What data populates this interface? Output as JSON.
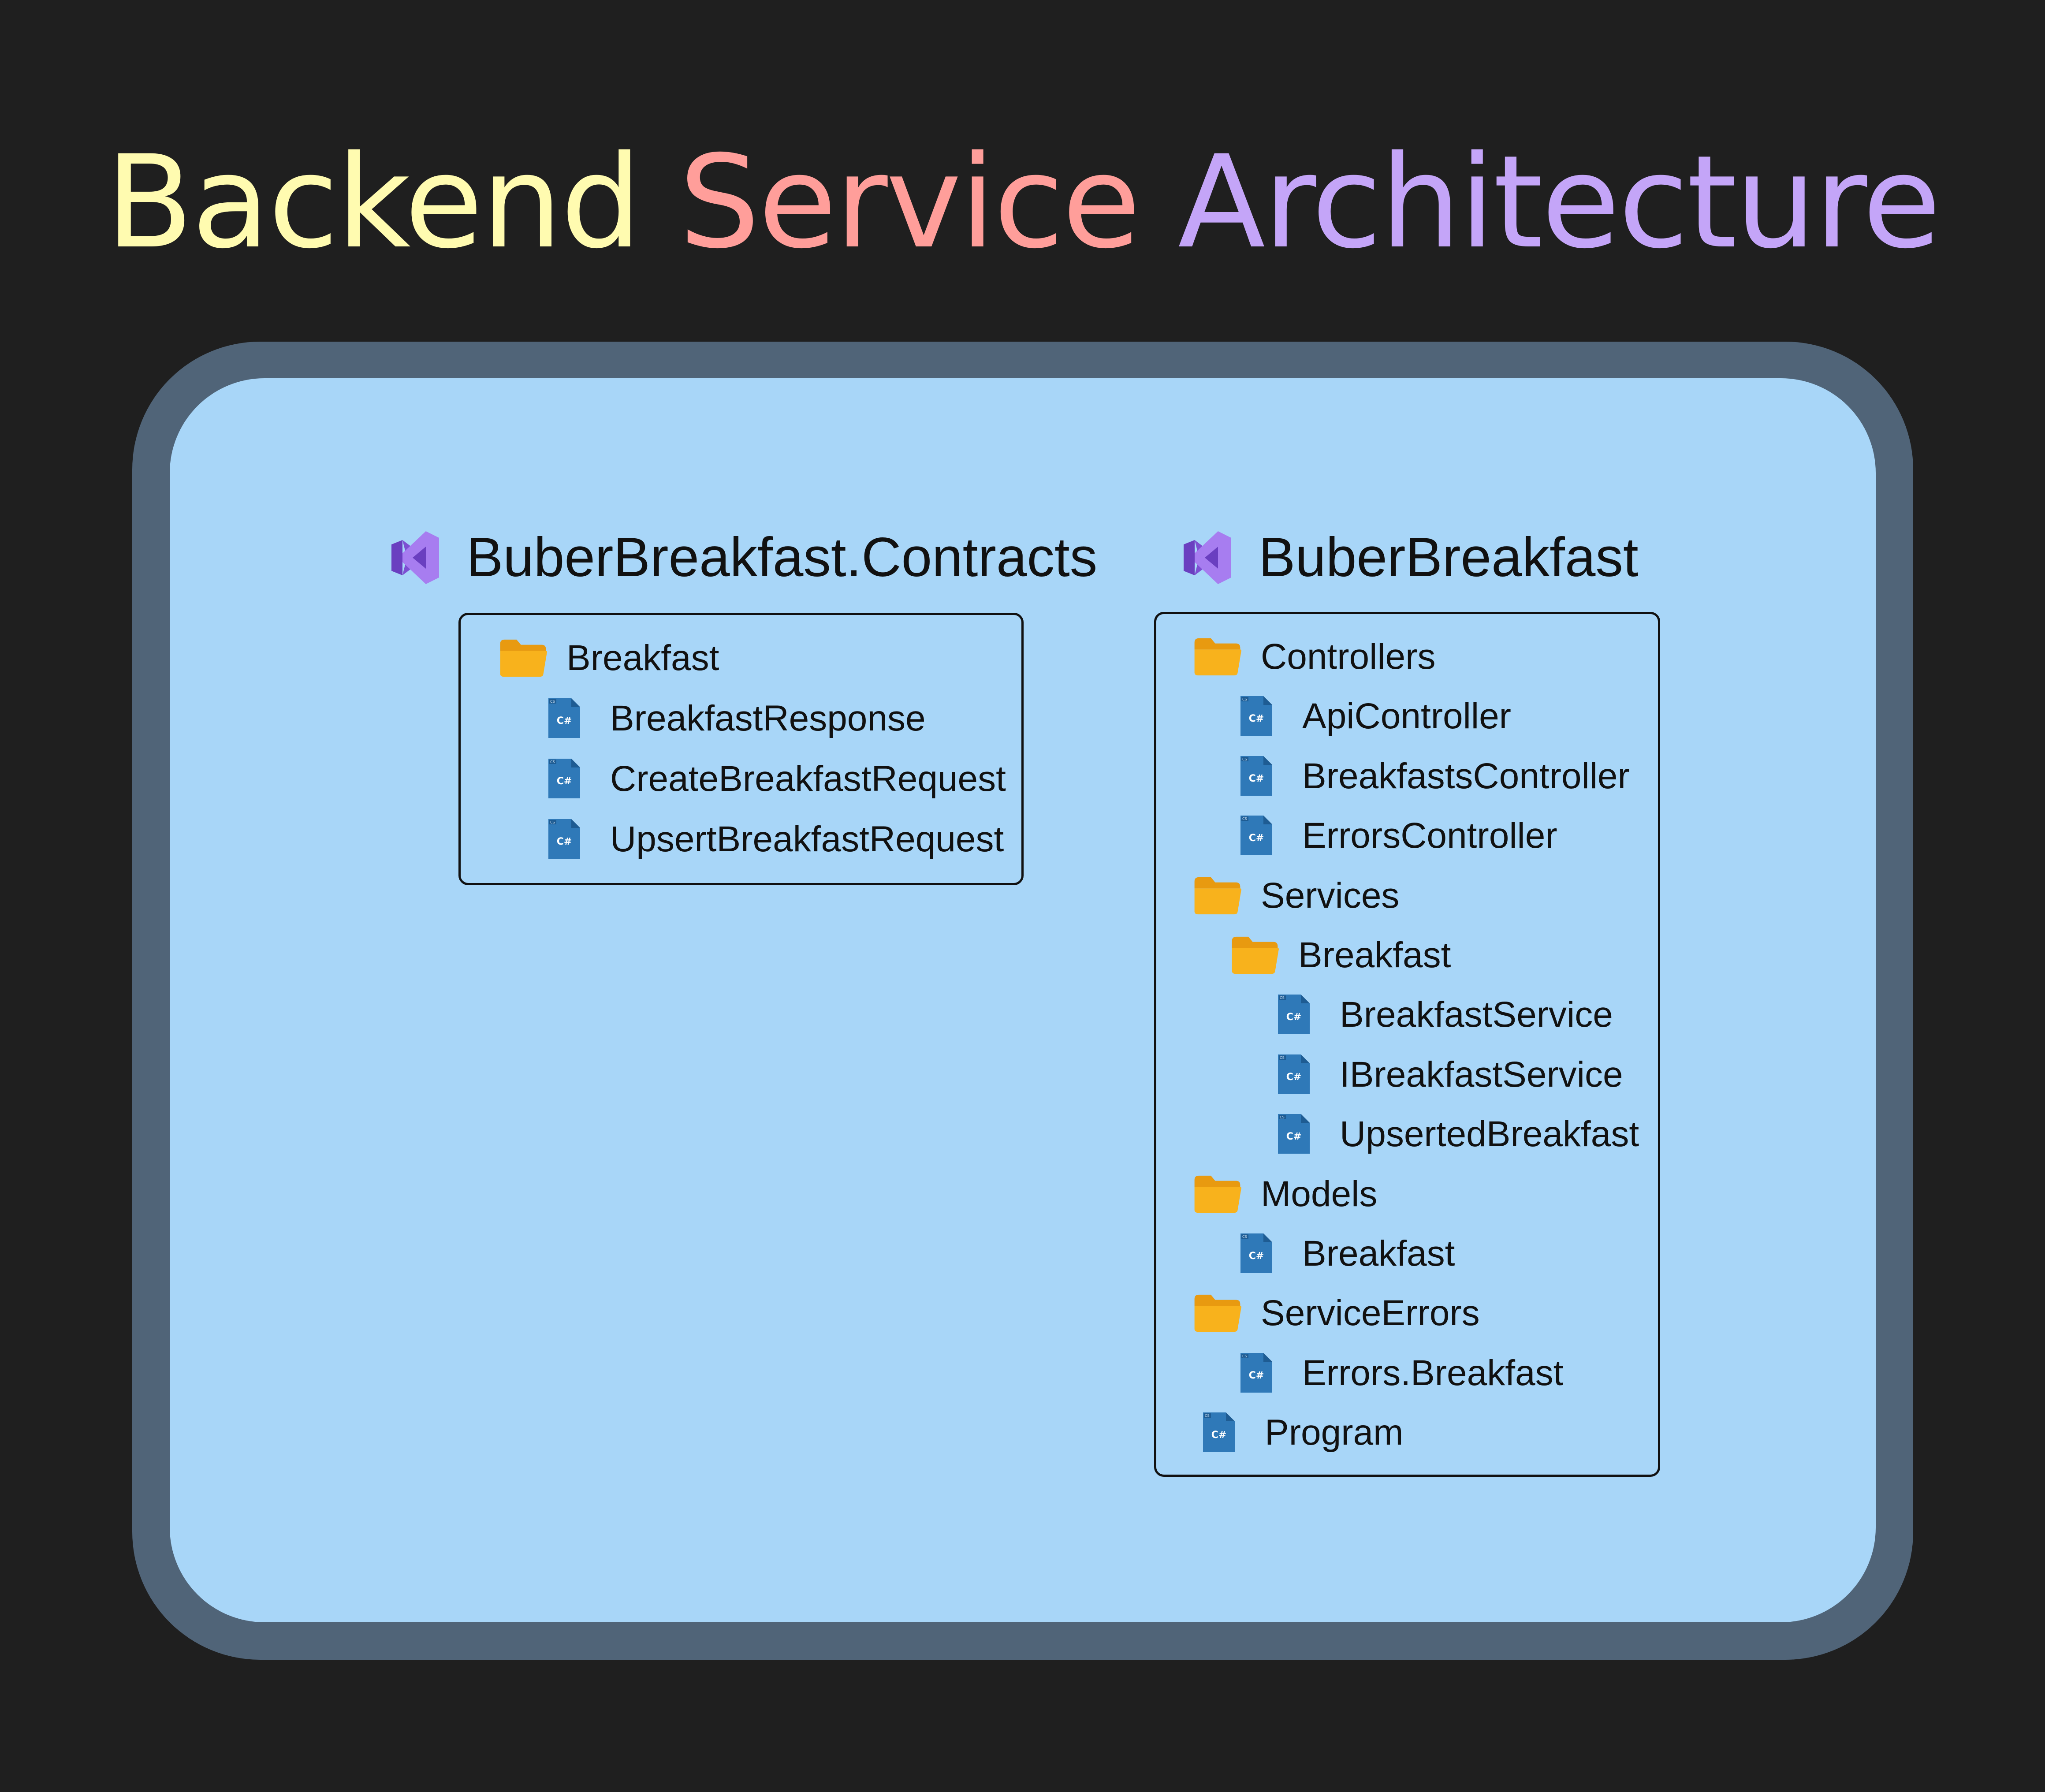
{
  "title": {
    "word1": "Backend",
    "word2": "Service",
    "word3": "Architecture",
    "color1": "#fffbb0",
    "color2": "#ff9e9a",
    "color3": "#c4a5f8"
  },
  "colors": {
    "background": "#1f1f1f",
    "frame": "#506478",
    "panel": "#a8d6f8",
    "folder": "#f8b21c",
    "csharp_file": "#2f79b8",
    "visual_studio": "#8a5cd6"
  },
  "projects": [
    {
      "name": "BuberBreakfast.Contracts",
      "icon": "visual-studio-icon",
      "items": [
        {
          "type": "folder",
          "label": "Breakfast",
          "depth": 0
        },
        {
          "type": "file",
          "label": "BreakfastResponse",
          "depth": 1
        },
        {
          "type": "file",
          "label": "CreateBreakfastRequest",
          "depth": 1
        },
        {
          "type": "file",
          "label": "UpsertBreakfastRequest",
          "depth": 1
        }
      ]
    },
    {
      "name": "BuberBreakfast",
      "icon": "visual-studio-icon",
      "items": [
        {
          "type": "folder",
          "label": "Controllers",
          "depth": 0
        },
        {
          "type": "file",
          "label": "ApiController",
          "depth": 1
        },
        {
          "type": "file",
          "label": "BreakfastsController",
          "depth": 1
        },
        {
          "type": "file",
          "label": "ErrorsController",
          "depth": 1
        },
        {
          "type": "folder",
          "label": "Services",
          "depth": 0
        },
        {
          "type": "folder",
          "label": "Breakfast",
          "depth": 1
        },
        {
          "type": "file",
          "label": "BreakfastService",
          "depth": 2
        },
        {
          "type": "file",
          "label": "IBreakfastService",
          "depth": 2
        },
        {
          "type": "file",
          "label": "UpsertedBreakfast",
          "depth": 2
        },
        {
          "type": "folder",
          "label": "Models",
          "depth": 0
        },
        {
          "type": "file",
          "label": "Breakfast",
          "depth": 1
        },
        {
          "type": "folder",
          "label": "ServiceErrors",
          "depth": 0
        },
        {
          "type": "file",
          "label": "Errors.Breakfast",
          "depth": 1
        },
        {
          "type": "file",
          "label": "Program",
          "depth": 0
        }
      ]
    }
  ],
  "file_icon_text": "C#"
}
